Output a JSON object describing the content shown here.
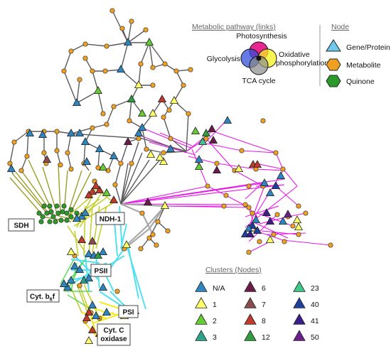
{
  "legend": {
    "pathway_title": "Metabolic pathway (links)",
    "pathways": [
      {
        "name": "Photosynthesis",
        "color": "#e3007b"
      },
      {
        "name": "Glycolysis",
        "color": "#2f4fd8"
      },
      {
        "name": "Oxidative phosphorylation",
        "line1": "Oxidative",
        "line2": "phosphorylation",
        "color": "#f6f01e"
      },
      {
        "name": "TCA cycle",
        "color": "#8a8a8a"
      }
    ],
    "node_title": "Node",
    "nodes": [
      {
        "label": "Gene/Protein",
        "shape": "triangle",
        "color": "#6ec9ec"
      },
      {
        "label": "Metabolite",
        "shape": "hexagon",
        "color": "#f0a020"
      },
      {
        "label": "Quinone",
        "shape": "hexagon",
        "color": "#2a9b2a"
      }
    ],
    "clusters_title": "Clusters (Nodes)",
    "clusters": [
      {
        "label": "N/A",
        "color": "#2e86c1"
      },
      {
        "label": "1",
        "color": "#ffff66"
      },
      {
        "label": "2",
        "color": "#66cc33"
      },
      {
        "label": "3",
        "color": "#2aa58a"
      },
      {
        "label": "6",
        "color": "#6b1a4a"
      },
      {
        "label": "7",
        "color": "#8c4a52"
      },
      {
        "label": "8",
        "color": "#c0392b"
      },
      {
        "label": "12",
        "color": "#2e9e3e"
      },
      {
        "label": "23",
        "color": "#3ec98a"
      },
      {
        "label": "40",
        "color": "#1f3f9e"
      },
      {
        "label": "41",
        "color": "#3a1f8a"
      },
      {
        "label": "50",
        "color": "#6a1f8a"
      }
    ]
  },
  "complexes": {
    "sdh": "SDH",
    "ndh1": "NDH-1",
    "psii": "PSII",
    "cytb6f_main": "Cyt. b",
    "cytb6f_sub": "6",
    "cytb6f_end": "f",
    "psi": "PSI",
    "cytc_line1": "Cyt. C",
    "cytc_line2": "oxidase"
  }
}
